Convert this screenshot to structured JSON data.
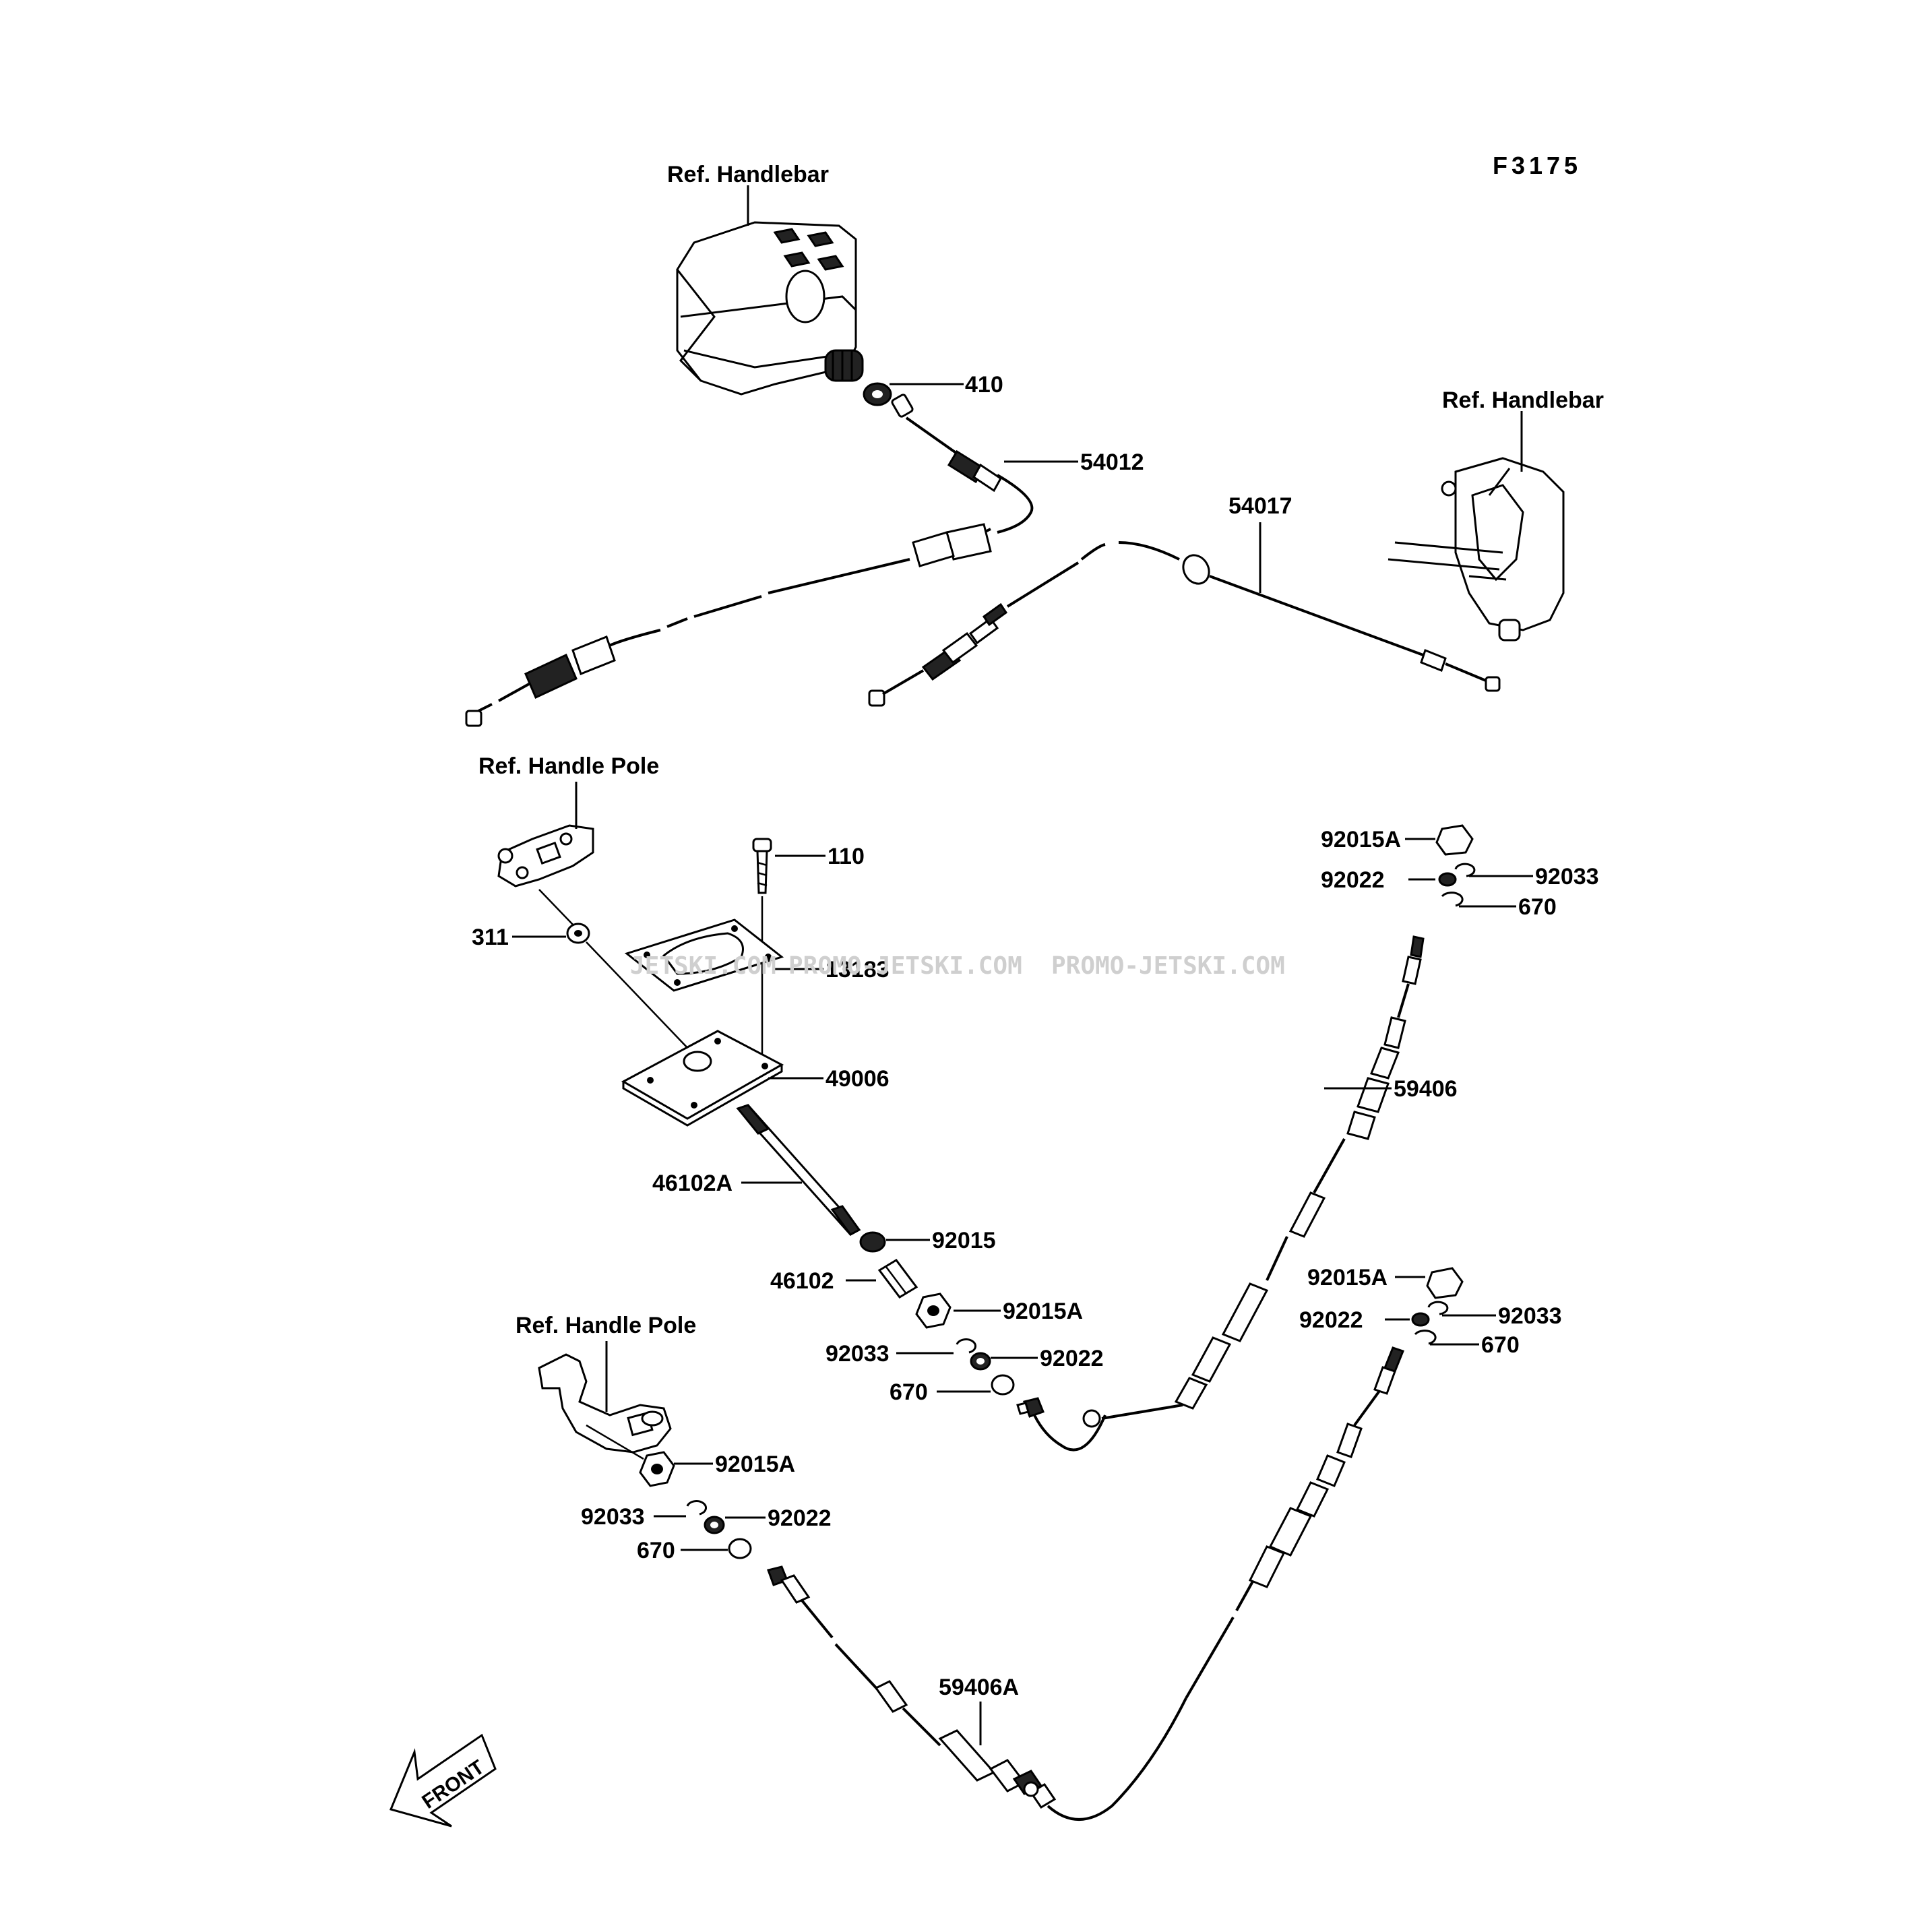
{
  "figure_code": "F3175",
  "references": {
    "handlebar_left": "Ref. Handlebar",
    "handlebar_right": "Ref. Handlebar",
    "handle_pole_upper": "Ref. Handle Pole",
    "handle_pole_lower": "Ref. Handle Pole"
  },
  "watermark": {
    "text_1": "JETSKI.COM",
    "text_2": "PROMO-JETSKI.COM",
    "text_3": "PROMO-JETSKI.COM"
  },
  "front_marker": "FRONT",
  "parts": {
    "p410": "410",
    "p54012": "54012",
    "p54017": "54017",
    "p110": "110",
    "p311": "311",
    "p13183": "13183",
    "p49006": "49006",
    "p46102A": "46102A",
    "p92015_a": "92015",
    "p46102": "46102",
    "p92015A_mid": "92015A",
    "p92033_mid": "92033",
    "p92022_mid": "92022",
    "p670_mid": "670",
    "p92015A_ur": "92015A",
    "p92022_ur": "92022",
    "p92033_ur": "92033",
    "p670_ur": "670",
    "p59406": "59406",
    "p92015A_lr": "92015A",
    "p92022_lr": "92022",
    "p92033_lr": "92033",
    "p670_lr": "670",
    "p92015A_ll": "92015A",
    "p92033_ll": "92033",
    "p92022_ll": "92022",
    "p670_ll": "670",
    "p59406A": "59406A"
  }
}
